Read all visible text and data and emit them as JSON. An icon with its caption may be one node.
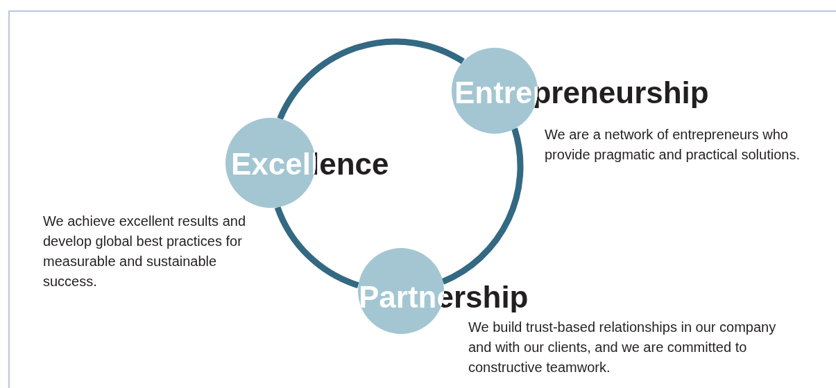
{
  "diagram": {
    "nodes": [
      {
        "text": [
          "Entrepreneurship"
        ],
        "beside": [
          "We are a network of entrepreneurs who provide pragmatic and practical solutions."
        ]
      },
      {
        "text": [
          "Excellence"
        ],
        "beside": [
          "We achieve excellent results and develop global best practices for measurable and sustainable success."
        ]
      },
      {
        "text": [
          "Partnership"
        ],
        "beside": [
          "We build trust-based relationships in our company and with our clients, and we are committed to constructive teamwork."
        ]
      }
    ],
    "edges": [
      {
        "from": 0,
        "to": 1,
        "arrow": "none"
      },
      {
        "from": 1,
        "to": 2,
        "arrow": "none"
      },
      {
        "from": 2,
        "to": 0,
        "arrow": "none"
      }
    ]
  }
}
